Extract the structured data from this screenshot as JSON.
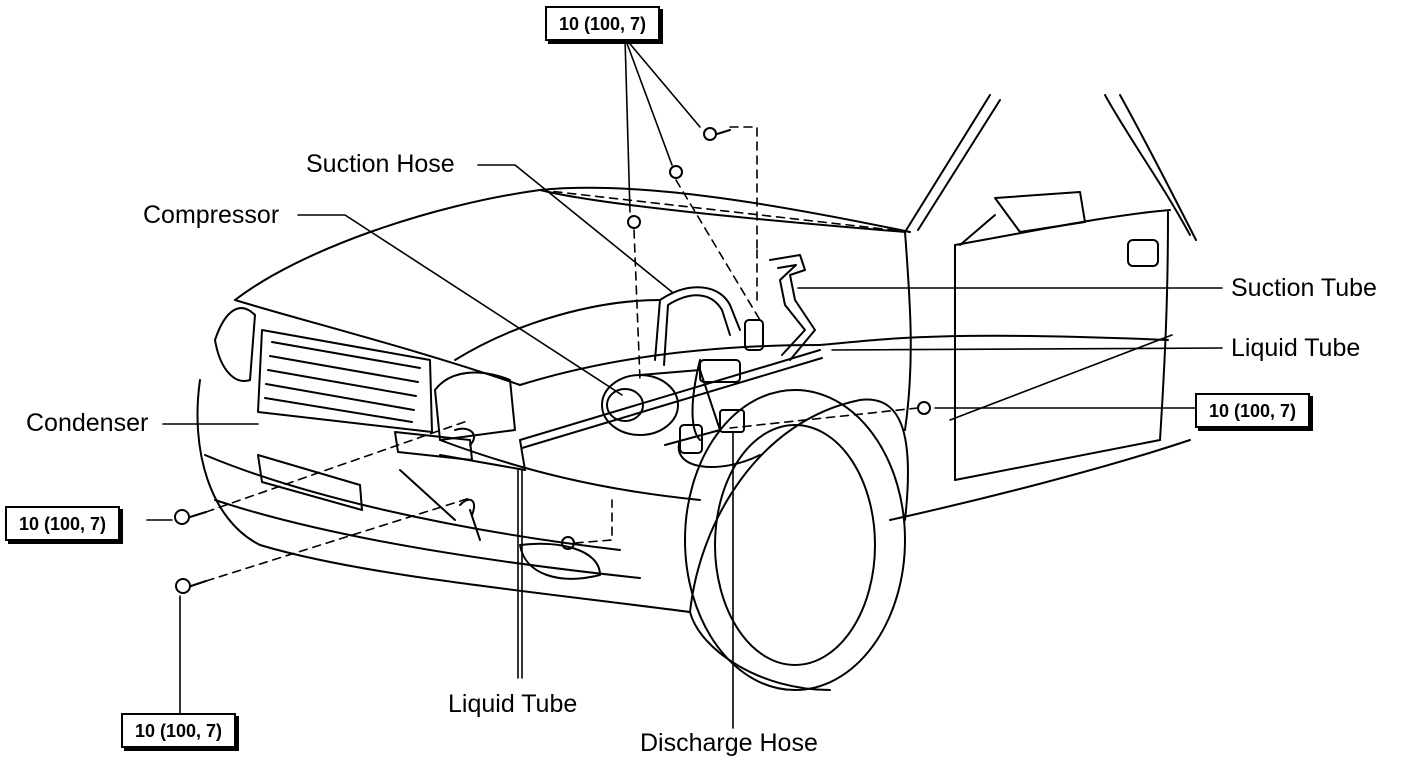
{
  "labels": {
    "suction_hose": "Suction Hose",
    "compressor": "Compressor",
    "condenser": "Condenser",
    "suction_tube": "Suction Tube",
    "liquid_tube_right": "Liquid Tube",
    "liquid_tube_bottom": "Liquid Tube",
    "discharge_hose": "Discharge Hose"
  },
  "torque_specs": {
    "top": "10 (100, 7)",
    "right": "10 (100, 7)",
    "left": "10 (100, 7)",
    "bottom_left": "10 (100, 7)"
  },
  "colors": {
    "line": "#000000",
    "background": "#ffffff"
  }
}
